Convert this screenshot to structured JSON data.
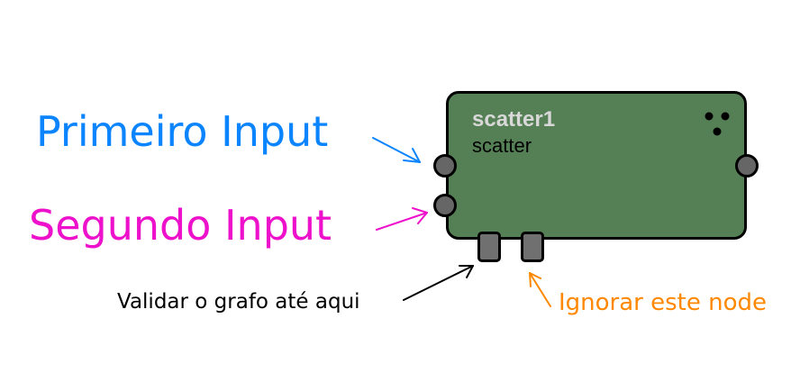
{
  "labels": {
    "first_input": "Primeiro Input",
    "second_input": "Segundo Input",
    "display_flag": "Validar o grafo até aqui",
    "bypass_flag": "Ignorar este node"
  },
  "node": {
    "name": "scatter1",
    "type": "scatter",
    "icon": "scatter-dots-icon"
  },
  "colors": {
    "first_input": "#0a84ff",
    "second_input": "#ee11cc",
    "display_flag": "#000000",
    "bypass_flag": "#ff8800",
    "node_fill": "#558055",
    "node_name": "#d8d8d8",
    "port_fill": "#666666",
    "flag_fill": "#707070"
  }
}
